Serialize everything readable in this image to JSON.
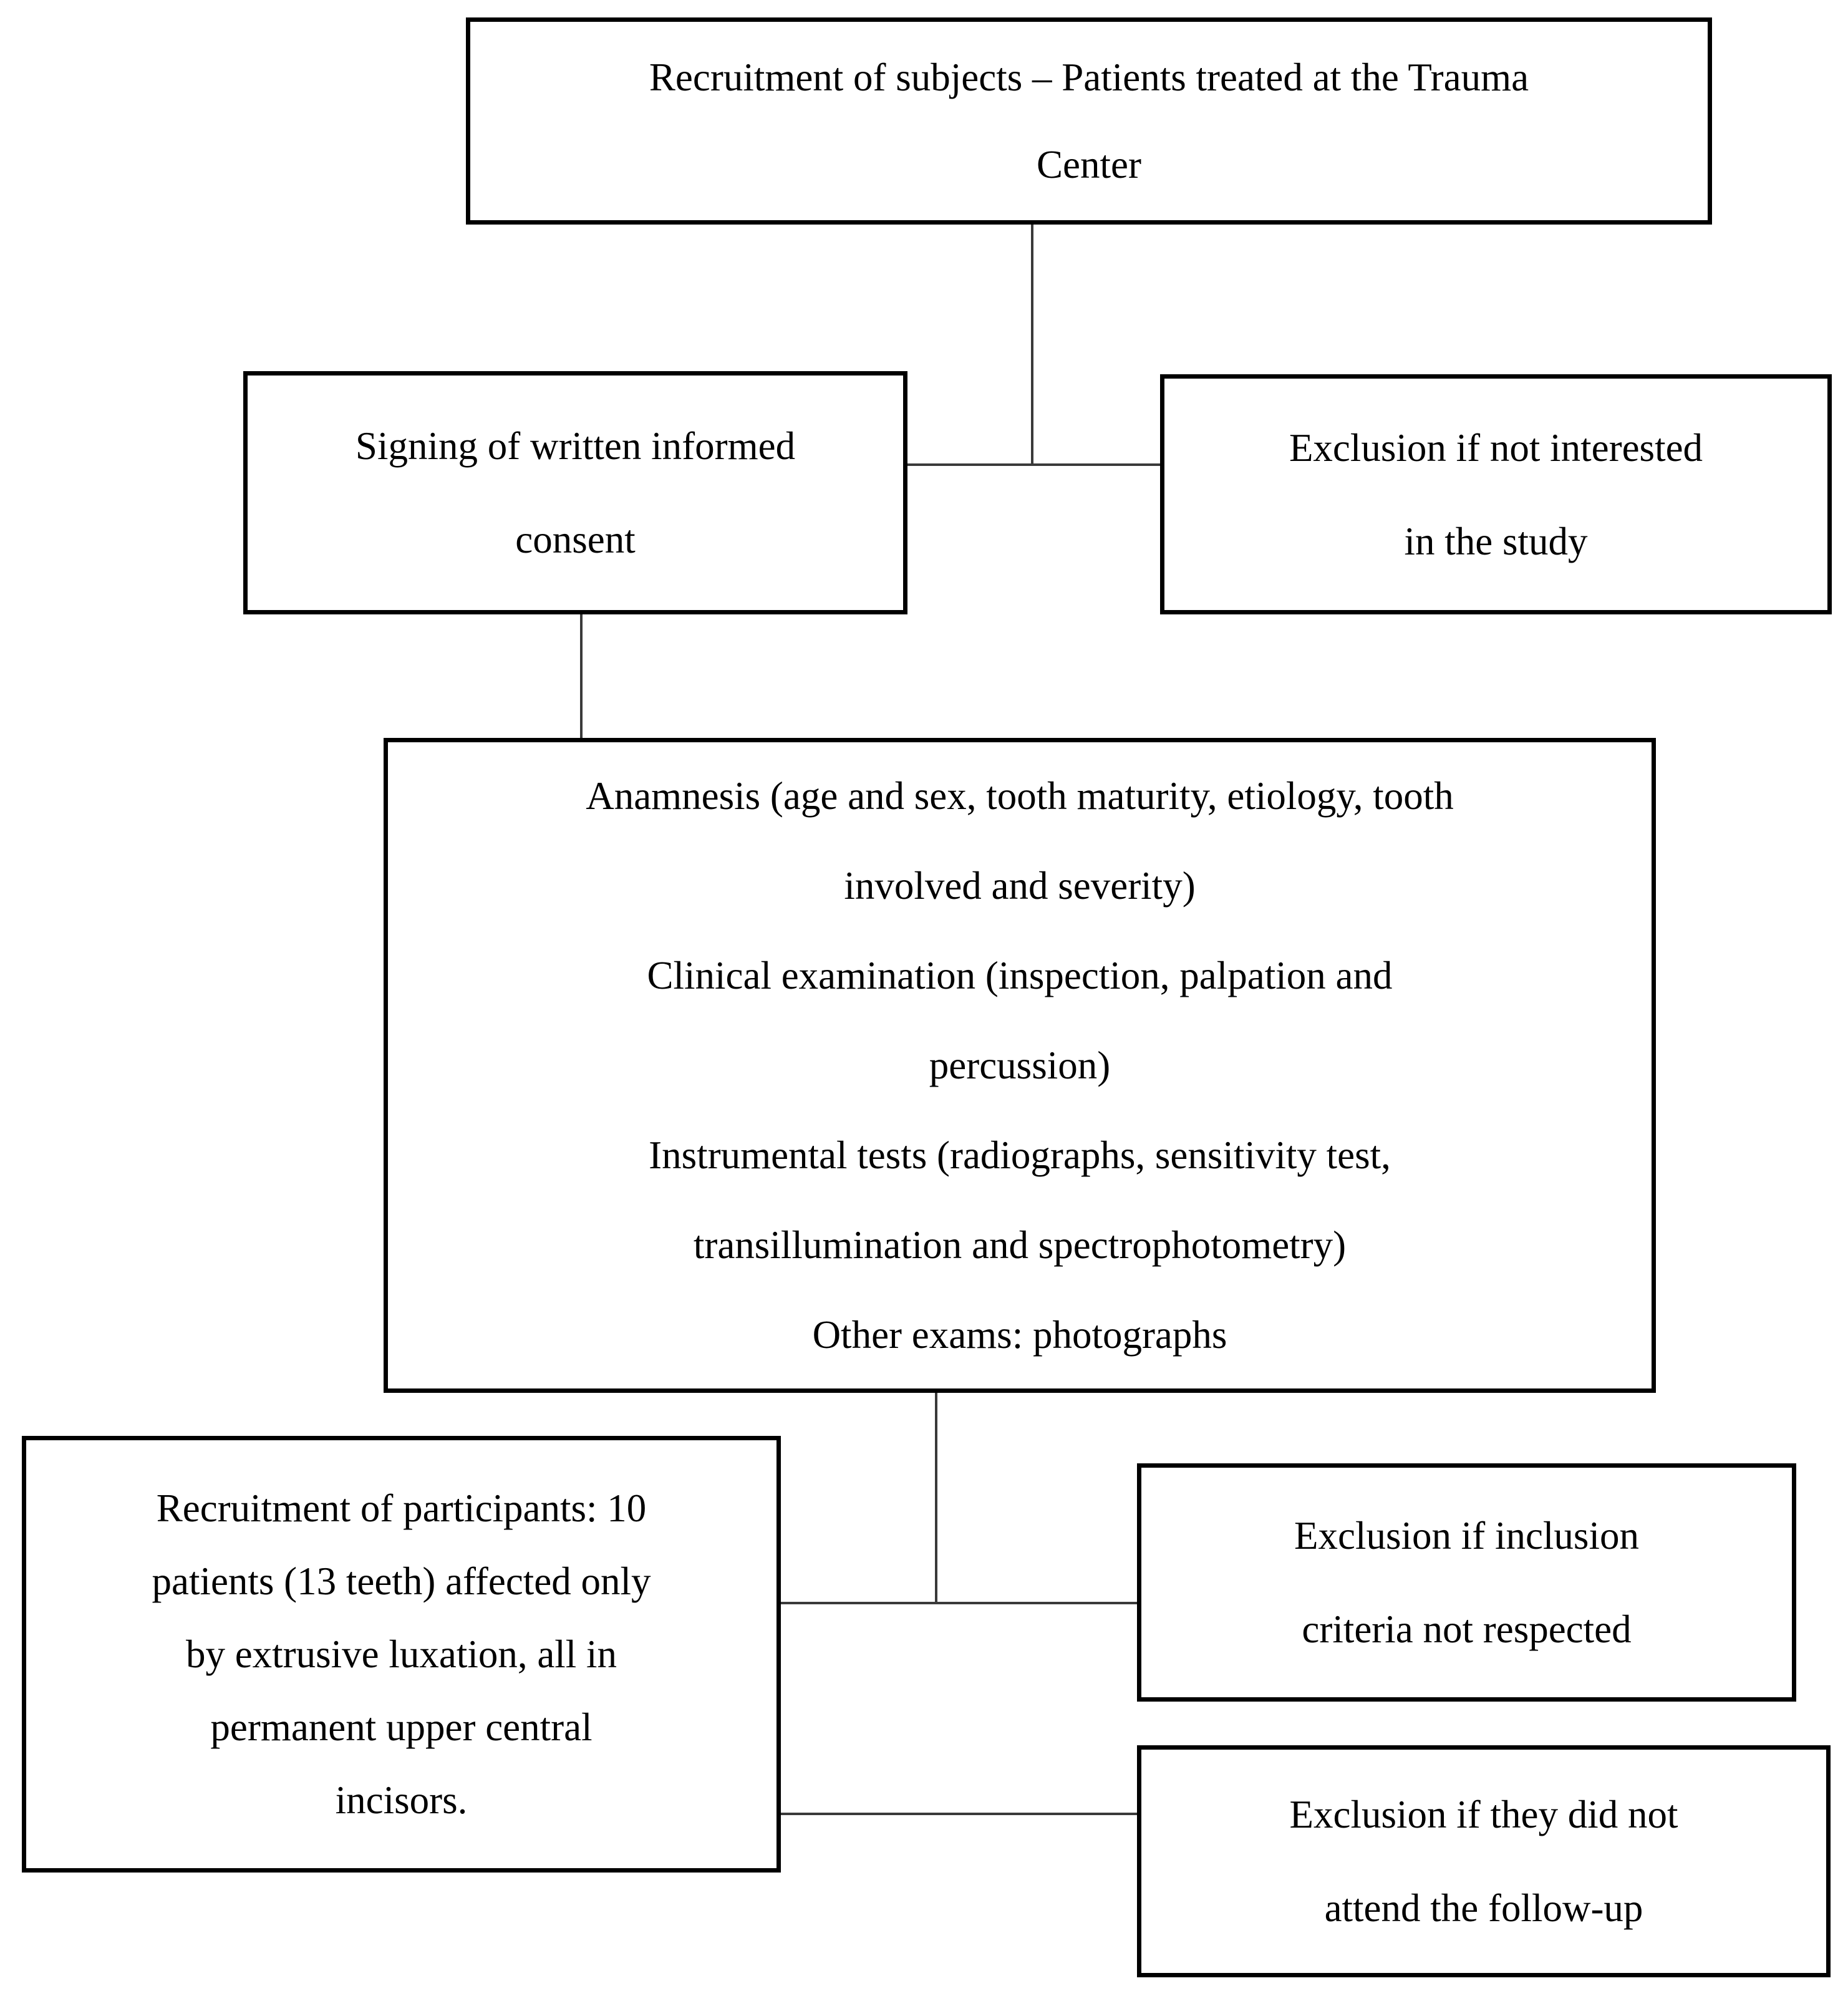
{
  "figure": {
    "type": "flowchart",
    "colors": {
      "background": "#ffffff",
      "box_border": "#000000",
      "connector": "#3a3a3a",
      "text": "#000000"
    },
    "boxes": {
      "recruitment_subjects": {
        "lines": [
          "Recruitment of subjects – Patients treated at the Trauma",
          "Center"
        ]
      },
      "signing_consent": {
        "lines": [
          "Signing of written informed",
          "consent"
        ]
      },
      "exclusion_not_interested": {
        "lines": [
          "Exclusion if not interested",
          "in the study"
        ]
      },
      "clinical_assessment": {
        "lines": [
          "Anamnesis (age and sex, tooth maturity, etiology, tooth",
          "involved and severity)",
          "Clinical examination (inspection, palpation and",
          "percussion)",
          "Instrumental tests (radiographs, sensitivity test,",
          "transillumination and spectrophotometry)",
          "Other exams: photographs"
        ]
      },
      "recruitment_participants": {
        "lines": [
          "Recruitment of participants: 10",
          "patients (13 teeth) affected only",
          "by extrusive luxation, all in",
          "permanent upper central",
          "incisors."
        ]
      },
      "exclusion_inclusion_criteria": {
        "lines": [
          "Exclusion if inclusion",
          "criteria not respected"
        ]
      },
      "exclusion_followup": {
        "lines": [
          "Exclusion if they did not",
          "attend the follow-up"
        ]
      }
    }
  }
}
